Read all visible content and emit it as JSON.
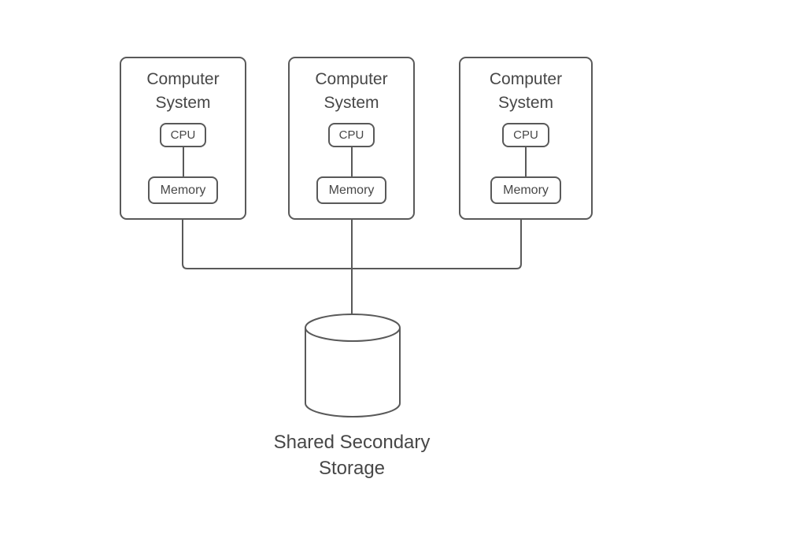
{
  "diagram": {
    "systems": [
      {
        "title": "Computer System",
        "cpu_label": "CPU",
        "memory_label": "Memory"
      },
      {
        "title": "Computer System",
        "cpu_label": "CPU",
        "memory_label": "Memory"
      },
      {
        "title": "Computer System",
        "cpu_label": "CPU",
        "memory_label": "Memory"
      }
    ],
    "storage_label": "Shared Secondary Storage",
    "colors": {
      "stroke": "#595959",
      "text": "#474747",
      "background": "#ffffff"
    }
  }
}
